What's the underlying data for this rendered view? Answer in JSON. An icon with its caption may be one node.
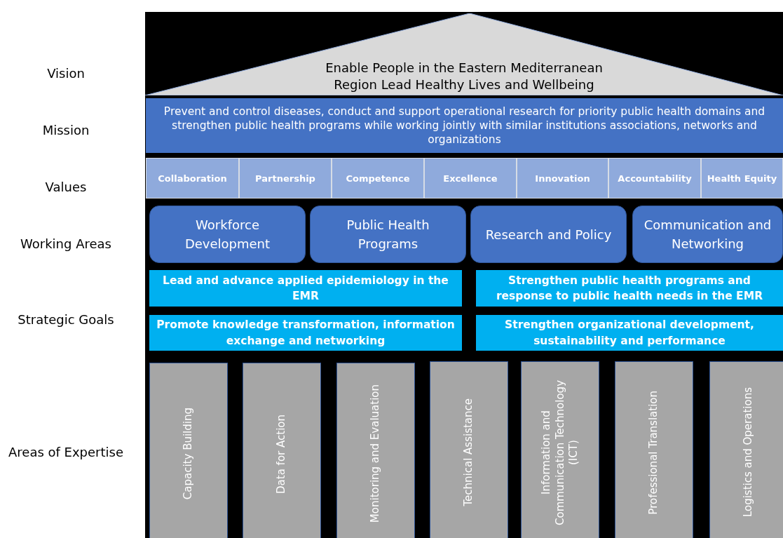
{
  "diagram": {
    "nodes": [
      {
        "text": [
          "Enable People in the Eastern Mediterranean Region Lead Healthy Lives and Wellbeing"
        ]
      },
      {
        "text": [
          "Prevent and control diseases, conduct and support operational research for priority public health domains and strengthen public health programs while working jointly with similar institutions associations, networks and organizations"
        ]
      },
      {
        "text": [
          "Collaboration"
        ]
      },
      {
        "text": [
          "Partnership"
        ]
      },
      {
        "text": [
          "Competence"
        ]
      },
      {
        "text": [
          "Excellence"
        ]
      },
      {
        "text": [
          "Innovation"
        ]
      },
      {
        "text": [
          "Accountability"
        ]
      },
      {
        "text": [
          "Health Equity"
        ]
      },
      {
        "text": [
          "Workforce Development"
        ]
      },
      {
        "text": [
          "Public Health Programs"
        ]
      },
      {
        "text": [
          "Research and Policy"
        ]
      },
      {
        "text": [
          "Communication and Networking"
        ]
      },
      {
        "text": [
          "Lead and advance applied epidemiology in the EMR"
        ]
      },
      {
        "text": [
          "Strengthen public health programs and response to public health needs in the EMR"
        ]
      },
      {
        "text": [
          "Promote knowledge transformation, information exchange and networking"
        ]
      },
      {
        "text": [
          "Strengthen organizational development, sustainability and performance"
        ]
      },
      {
        "text": [
          "Capacity Building"
        ]
      },
      {
        "text": [
          "Data for Action"
        ]
      },
      {
        "text": [
          "Monitoring and Evaluation"
        ]
      },
      {
        "text": [
          "Technical Assistance"
        ]
      },
      {
        "text": [
          "Information and Communication Technology (ICT)"
        ]
      },
      {
        "text": [
          "Professional Translation"
        ]
      },
      {
        "text": [
          "Logistics and Operations"
        ]
      }
    ],
    "edges": [],
    "labels": [
      "Vision",
      "Mission",
      "Values",
      "Working Areas",
      "Strategic Goals",
      "Areas of Expertise"
    ]
  }
}
